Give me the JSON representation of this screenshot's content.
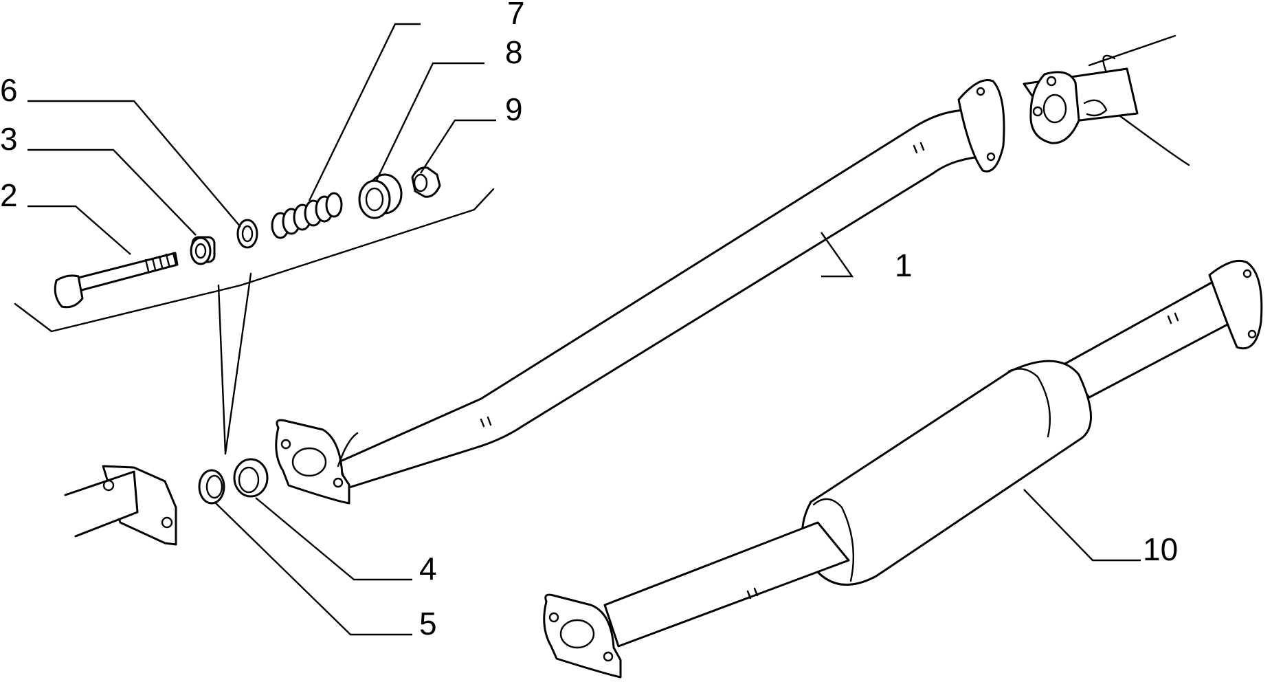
{
  "diagram": {
    "callouts": [
      {
        "id": "part-1",
        "label": "1"
      },
      {
        "id": "part-2",
        "label": "2"
      },
      {
        "id": "part-3",
        "label": "3"
      },
      {
        "id": "part-4",
        "label": "4"
      },
      {
        "id": "part-5",
        "label": "5"
      },
      {
        "id": "part-6",
        "label": "6"
      },
      {
        "id": "part-7",
        "label": "7"
      },
      {
        "id": "part-8",
        "label": "8"
      },
      {
        "id": "part-9",
        "label": "9"
      },
      {
        "id": "part-10",
        "label": "10"
      }
    ],
    "colors": {
      "line": "#000000",
      "background": "#ffffff"
    }
  }
}
